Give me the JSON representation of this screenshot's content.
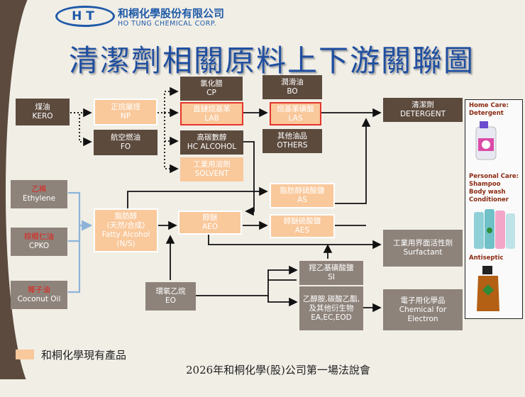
{
  "logo": {
    "mark": "HT",
    "name_cn": "和桐化學股份有限公司",
    "name_en": "HO TUNG CHEMICAL CORP."
  },
  "title": "清潔劑相關原料上下游關聯圖",
  "nodes": {
    "kero": {
      "cn": "煤油",
      "en": "KERO"
    },
    "np": {
      "cn": "正烷屬烴",
      "en": "NP"
    },
    "fo": {
      "cn": "航空燃油",
      "en": "FO"
    },
    "cp": {
      "cn": "氯化腊",
      "en": "CP"
    },
    "lab": {
      "cn": "直鏈烷基苯",
      "en": "LAB"
    },
    "hc_alcohol": {
      "cn": "高碳數醇",
      "en": "HC ALCOHOL"
    },
    "solvent": {
      "cn": "工業用溶劑",
      "en": "SOLVENT"
    },
    "bo": {
      "cn": "潤滑油",
      "en": "BO"
    },
    "las": {
      "cn": "烷基苯磺酸",
      "en": "LAS"
    },
    "others": {
      "cn": "其他油品",
      "en": "OTHERS"
    },
    "detergent": {
      "cn": "清潔劑",
      "en": "DETERGENT"
    },
    "ethylene": {
      "cn": "乙稀",
      "en": "Ethylene"
    },
    "cpko": {
      "cn": "棕櫚仁油",
      "en": "CPKO"
    },
    "coconut": {
      "cn": "椰子油",
      "en": "Coconut Oil"
    },
    "fatty": {
      "cn": "脂肪醇",
      "cn2": "(天然/合成)",
      "en": "Fatty Alcohol",
      "en2": "(N/S)"
    },
    "aeo": {
      "cn": "醇醚",
      "en": "AEO"
    },
    "as": {
      "cn": "脂肪醇硫酸鹽",
      "en": "AS"
    },
    "aes": {
      "cn": "醇醚硫酸鹽",
      "en": "AES"
    },
    "surfactant": {
      "cn": "工業用界面活性劑",
      "en": "Surfactant"
    },
    "eo": {
      "cn": "環氧乙烷",
      "en": "EO"
    },
    "si": {
      "cn": "羥乙基磺酸鹽",
      "en": "SI"
    },
    "ea": {
      "cn": "乙醇胺,碳酸乙酯,",
      "cn2": "及其他衍生物",
      "en": "EA,EC,EOD"
    },
    "electron": {
      "cn": "電子用化學品",
      "en": "Chemical for",
      "en2": "Electron"
    }
  },
  "panel": {
    "home": "Home Care:",
    "home2": "Detergent",
    "personal": "Personal Care:",
    "personal2": "Shampoo",
    "personal3": "Body wash",
    "personal4": "Conditioner",
    "antiseptic": "Antiseptic"
  },
  "legend": "和桐化學現有產品",
  "footer": "2026年和桐化學(股)公司第一場法說會",
  "colors": {
    "dark": "#5c4a3d",
    "grey": "#8e837b",
    "peach": "#f9c89b",
    "red_border": "#e5352b",
    "title": "#1f4fa0",
    "blue_arrow": "#8db4d8"
  }
}
